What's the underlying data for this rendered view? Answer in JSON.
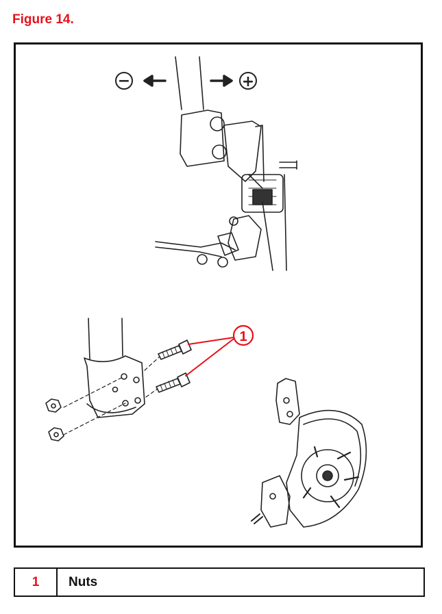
{
  "figure": {
    "title": "Figure 14.",
    "title_color": "#e8101a"
  },
  "diagram": {
    "minus_symbol": "−",
    "plus_symbol": "+",
    "callout_number": "1",
    "callout_color": "#e8101a"
  },
  "legend": {
    "rows": [
      {
        "number": "1",
        "description": "Nuts"
      }
    ]
  }
}
